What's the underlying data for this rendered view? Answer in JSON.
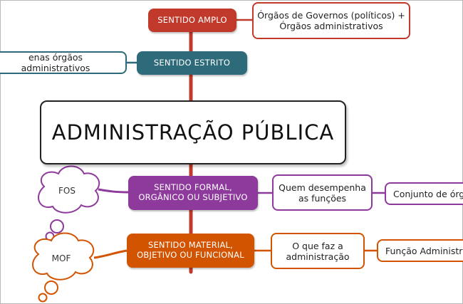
{
  "center": {
    "title": "ADMINISTRAÇÃO PÚBLICA"
  },
  "branches": {
    "amplo": {
      "label": "SENTIDO AMPLO",
      "detail": [
        "Órgãos de Governos (políticos) +",
        "Órgãos administrativos"
      ],
      "color": "#c0392b"
    },
    "estrito": {
      "label": "SENTIDO ESTRITO",
      "detail": "enas órgãos administrativos",
      "color": "#2d6b7b"
    },
    "formal": {
      "label": [
        "SENTIDO FORMAL,",
        "ORGÂNICO OU SUBJETIVO"
      ],
      "detail": [
        "Quem desempenha",
        "as funções"
      ],
      "subdetail": "Conjunto de órgã",
      "bubble": "FOS",
      "color": "#8e3a9d"
    },
    "material": {
      "label": [
        "SENTIDO MATERIAL,",
        "OBJETIVO OU FUNCIONAL"
      ],
      "detail": [
        "O que faz a",
        "administração"
      ],
      "subdetail": "Função Administra",
      "bubble": "MOF",
      "color": "#d35400"
    }
  },
  "colors": {
    "trunk": "#c0392b",
    "line": "#c0392b"
  }
}
